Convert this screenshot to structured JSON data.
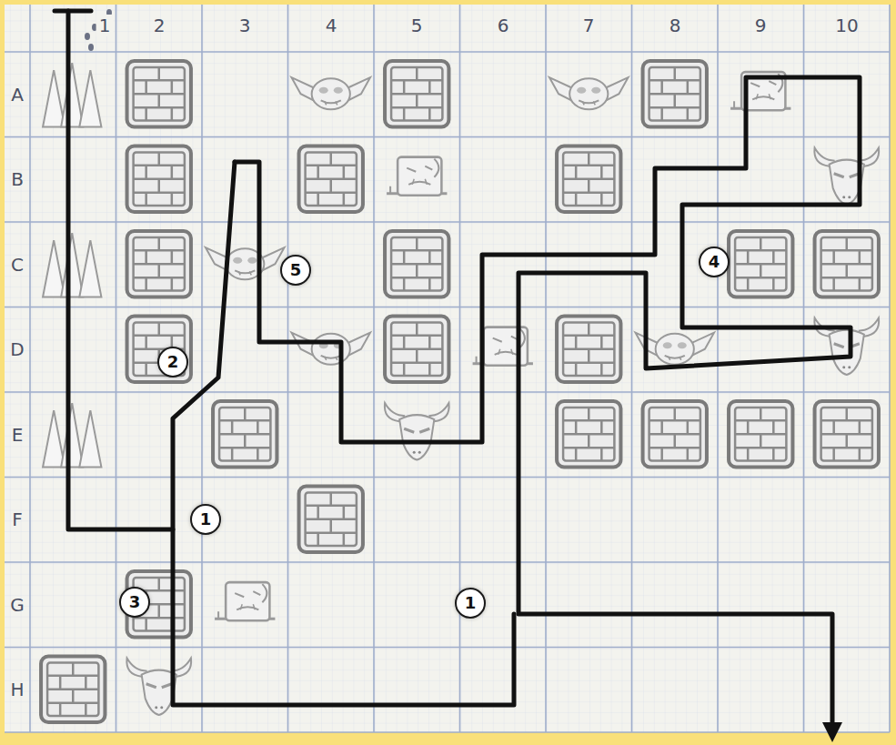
{
  "diagram": {
    "labels": [
      "1",
      "2",
      "3",
      "4",
      "5",
      "6",
      "7",
      "8",
      "9",
      "10",
      "A",
      "B",
      "C",
      "D",
      "E",
      "F",
      "G",
      "H",
      "5",
      "4",
      "2",
      "1",
      "3",
      "1"
    ]
  }
}
